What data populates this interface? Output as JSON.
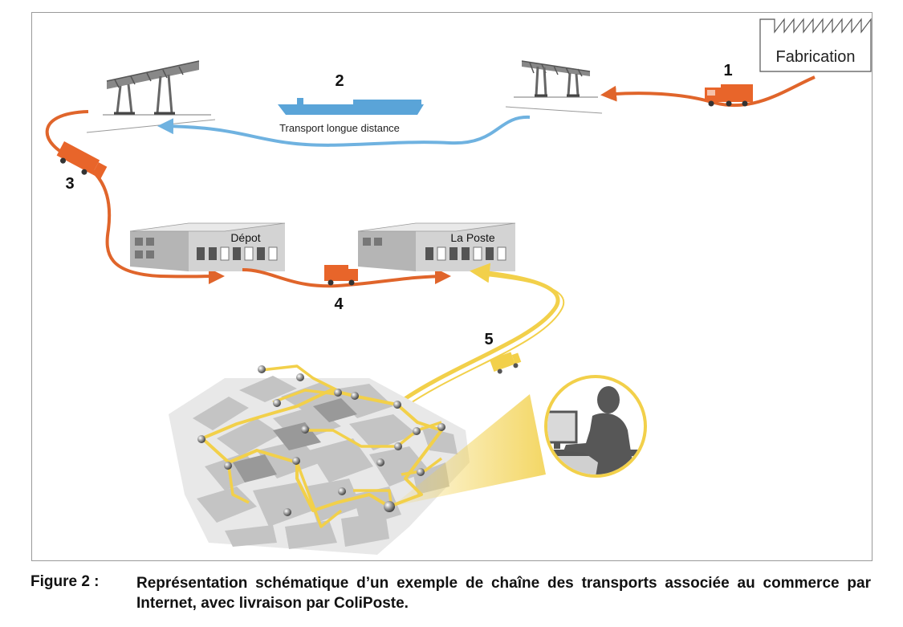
{
  "labels": {
    "fabrication": "Fabrication",
    "transport": "Transport longue distance",
    "depot": "Dépot",
    "laposte": "La Poste"
  },
  "steps": [
    "1",
    "2",
    "3",
    "4",
    "5"
  ],
  "caption": {
    "figure": "Figure 2 :",
    "text": "Représentation schématique d’un exemple de chaîne des transports associée au commerce par Internet, avec livraison par ColiPoste."
  },
  "colors": {
    "truck_route": "#e0652b",
    "sea_route": "#6fb2e0",
    "delivery_route": "#f2d04a",
    "ship": "#5aa4d8",
    "building": "#c9c9c9",
    "map_block": "#c8c8c8"
  },
  "icons": [
    "factory-icon",
    "gantry-crane-icon",
    "ship-icon",
    "truck-icon",
    "warehouse-icon",
    "delivery-van-icon",
    "city-map-icon",
    "computer-user-icon"
  ]
}
